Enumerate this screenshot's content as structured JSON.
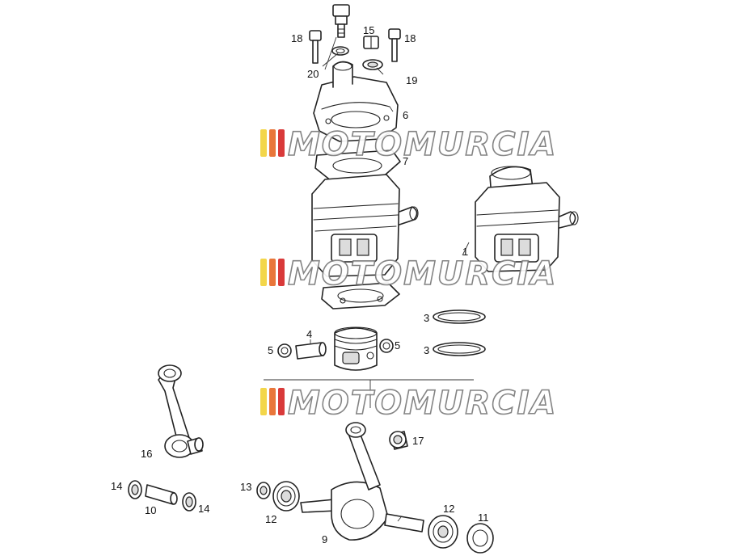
{
  "callouts": [
    {
      "id": "p18a",
      "text": "18"
    },
    {
      "id": "p18b",
      "text": "18"
    },
    {
      "id": "p15",
      "text": "15"
    },
    {
      "id": "p20",
      "text": "20"
    },
    {
      "id": "p19",
      "text": "19"
    },
    {
      "id": "p6",
      "text": "6"
    },
    {
      "id": "p7",
      "text": "7"
    },
    {
      "id": "p1",
      "text": "1"
    },
    {
      "id": "p3a",
      "text": "3"
    },
    {
      "id": "p3b",
      "text": "3"
    },
    {
      "id": "p4",
      "text": "4"
    },
    {
      "id": "p5a",
      "text": "5"
    },
    {
      "id": "p5b",
      "text": "5"
    },
    {
      "id": "p16",
      "text": "16"
    },
    {
      "id": "p17",
      "text": "17"
    },
    {
      "id": "p14a",
      "text": "14"
    },
    {
      "id": "p14b",
      "text": "14"
    },
    {
      "id": "p10",
      "text": "10"
    },
    {
      "id": "p13",
      "text": "13"
    },
    {
      "id": "p12a",
      "text": "12"
    },
    {
      "id": "p12b",
      "text": "12"
    },
    {
      "id": "p11",
      "text": "11"
    },
    {
      "id": "p9",
      "text": "9"
    }
  ],
  "watermark": {
    "text": "MOTOMURCIA",
    "stripe_colors": [
      "#f3d64a",
      "#e9763a",
      "#d93a3a"
    ]
  }
}
